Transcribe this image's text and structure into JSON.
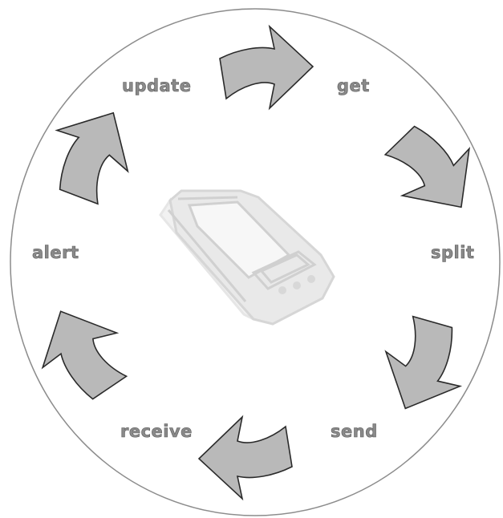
{
  "diagram": {
    "steps": [
      {
        "id": "update",
        "label": "update"
      },
      {
        "id": "get",
        "label": "get"
      },
      {
        "id": "split",
        "label": "split"
      },
      {
        "id": "send",
        "label": "send"
      },
      {
        "id": "receive",
        "label": "receive"
      },
      {
        "id": "alert",
        "label": "alert"
      }
    ],
    "center_icon": "pda-handheld-device-icon",
    "arrow_icon": "curved-arrow-icon",
    "colors": {
      "circle": "#8c8c8c",
      "arrow_fill": "#b9b9b9",
      "arrow_stroke": "#2a2a2a",
      "label": "#8a8a8a",
      "device": "#e6e6e6"
    }
  }
}
